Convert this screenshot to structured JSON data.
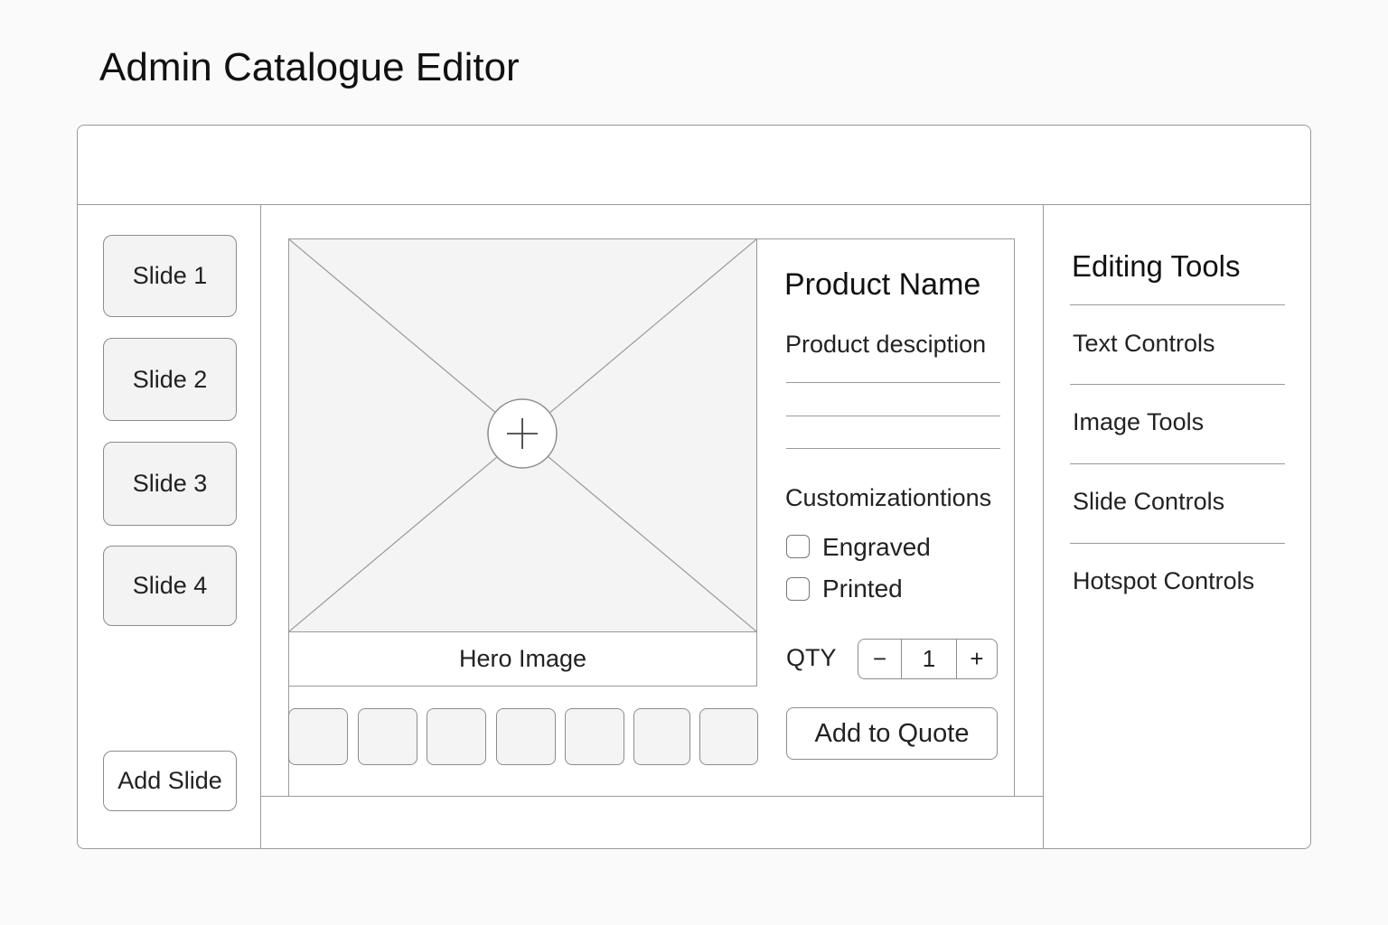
{
  "page": {
    "title": "Admin Catalogue Editor"
  },
  "slides": {
    "items": [
      {
        "label": "Slide 1"
      },
      {
        "label": "Slide 2"
      },
      {
        "label": "Slide 3"
      },
      {
        "label": "Slide 4"
      }
    ],
    "add_label": "Add Slide"
  },
  "product": {
    "hero_caption": "Hero Image",
    "hero_icon": "plus-icon",
    "thumbnail_count": 7,
    "name": "Product Name",
    "description": "Product desciption",
    "customizations_label": "Customizationtions",
    "options": [
      {
        "label": "Engraved",
        "checked": false
      },
      {
        "label": "Printed",
        "checked": false
      }
    ],
    "qty": {
      "label": "QTY",
      "minus": "−",
      "value": "1",
      "plus": "+"
    },
    "add_to_quote": "Add to Quote"
  },
  "tools": {
    "title": "Editing Tools",
    "items": [
      {
        "label": "Text Controls"
      },
      {
        "label": "Image Tools"
      },
      {
        "label": "Slide Controls"
      },
      {
        "label": "Hotspot Controls"
      }
    ]
  },
  "colors": {
    "background": "#fafafa",
    "panel": "#ffffff",
    "border": "#9a9a9a",
    "placeholder_fill": "#f4f4f4"
  }
}
